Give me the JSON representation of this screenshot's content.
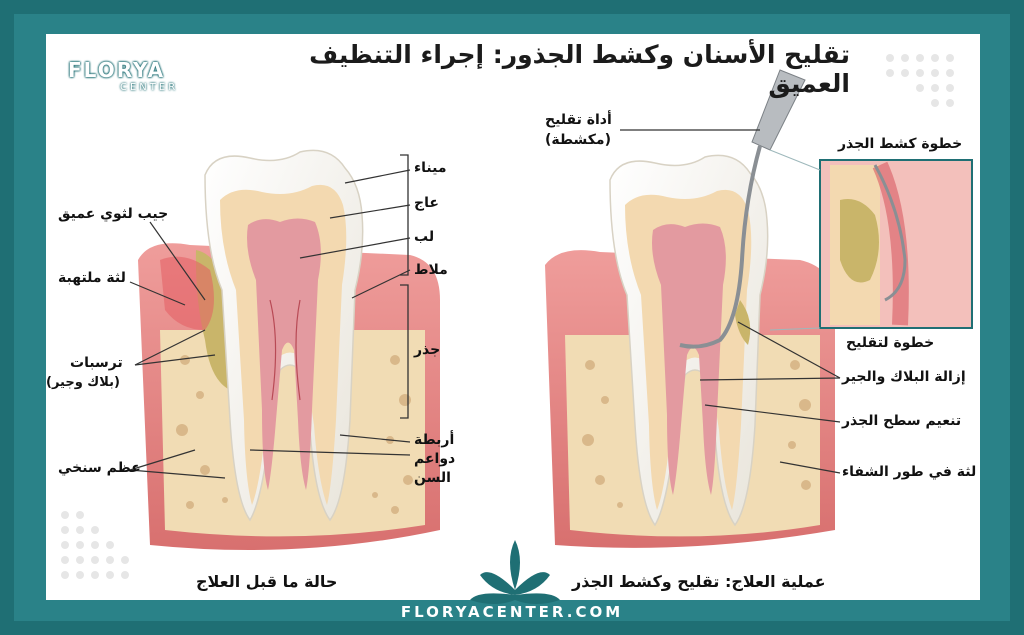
{
  "title": "تقليح الأسنان وكشط الجذور: إجراء التنظيف العميق",
  "logo": {
    "main": "FLORYA",
    "sub": "CENTER"
  },
  "footer": "FLORYACENTER.COM",
  "left_labels": {
    "enamel": "ميناء",
    "dentin": "عاج",
    "pulp": "لب",
    "cementum": "ملاط",
    "root": "جذر",
    "ligaments_1": "أربطة",
    "ligaments_2": "دواعم",
    "ligaments_3": "السن",
    "deep_pocket": "جيب لثوي عميق",
    "inflamed_gum": "لثة ملتهبة",
    "deposits_1": "ترسبات",
    "deposits_2": "(بلاك وجير)",
    "spongy_bone": "عظم سنخي"
  },
  "right_labels": {
    "tool_1": "أداة تقليح",
    "tool_2": "(مكشطة)",
    "root_planing_step": "خطوة كشط الجذر",
    "scaling_step": "خطوة لتقليح",
    "remove_plaque": "إزالة البلاك والجير",
    "smooth_root": "تنعيم سطح الجذر",
    "healing_gum": "لثة في طور الشفاء"
  },
  "captions": {
    "before": "حالة ما قبل العلاج",
    "treatment": "عملية العلاج: تقليح وكشط الجذر"
  },
  "colors": {
    "frame": "#1f6f74",
    "gum": "#e8908e",
    "bone": "#f1dcb4",
    "enamel": "#f7f5ef",
    "dentin": "#f3d9b0",
    "pulp": "#e39aa0",
    "tartar": "#c9b56a"
  },
  "icons": {
    "brand": "lotus-leaf-icon"
  }
}
